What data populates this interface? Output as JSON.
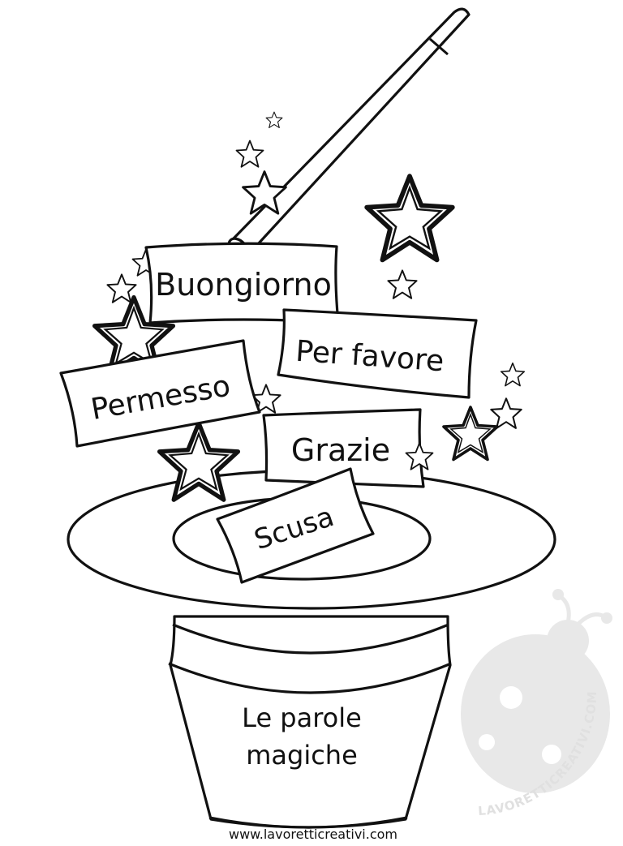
{
  "page": {
    "cards": {
      "buongiorno": "Buongiorno",
      "per_favore": "Per favore",
      "permesso": "Permesso",
      "grazie": "Grazie",
      "scusa": "Scusa"
    },
    "hat_text": {
      "line1": "Le parole",
      "line2": "magiche"
    },
    "footer_url": "www.lavoretticreativi.com",
    "watermark": {
      "text": "LAVORETTICREATIVI.COM",
      "icon": "ladybug-logo",
      "color": "#e6e6e6"
    },
    "colors": {
      "ink": "#111111",
      "paper": "#ffffff"
    }
  }
}
